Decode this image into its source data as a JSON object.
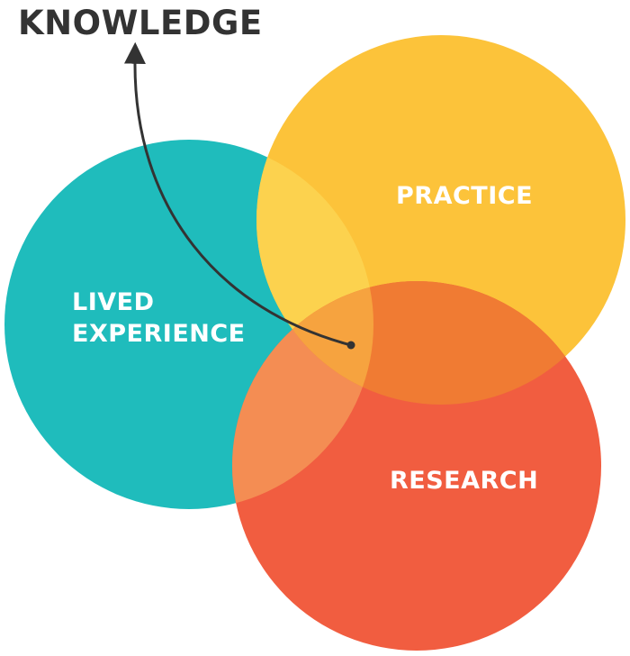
{
  "diagram": {
    "title": "KNOWLEDGE",
    "circles": [
      {
        "label_lines": [
          "LIVED",
          "EXPERIENCE"
        ],
        "color": "#1fbcbc"
      },
      {
        "label_lines": [
          "PRACTICE"
        ],
        "color": "#fcc33a"
      },
      {
        "label_lines": [
          "RESEARCH"
        ],
        "color": "#f15d40"
      }
    ],
    "overlap_colors": {
      "lived_experience_practice": "#fcd24e",
      "lived_experience_research": "#f48d53",
      "practice_research": "#f07b33",
      "all_three": "#f6a33f"
    },
    "arrow_color": "#333333",
    "title_color": "#333333"
  }
}
